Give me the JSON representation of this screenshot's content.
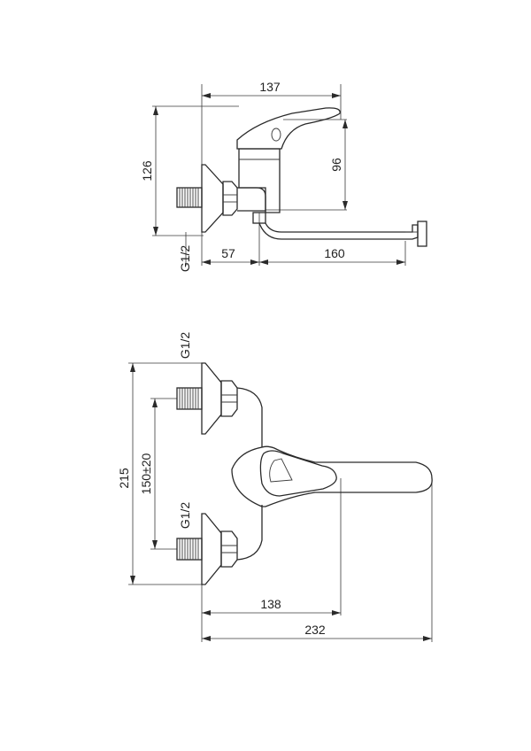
{
  "side_view": {
    "dim_width": "137",
    "dim_height_left": "126",
    "dim_height_right": "96",
    "dim_thread": "G1/2",
    "dim_base": "57",
    "dim_spout": "160"
  },
  "front_view": {
    "dim_thread_top": "G1/2",
    "dim_thread_bottom": "G1/2",
    "dim_center_distance": "150±20",
    "dim_total_height": "215",
    "dim_lever": "138",
    "dim_total_width": "232"
  }
}
